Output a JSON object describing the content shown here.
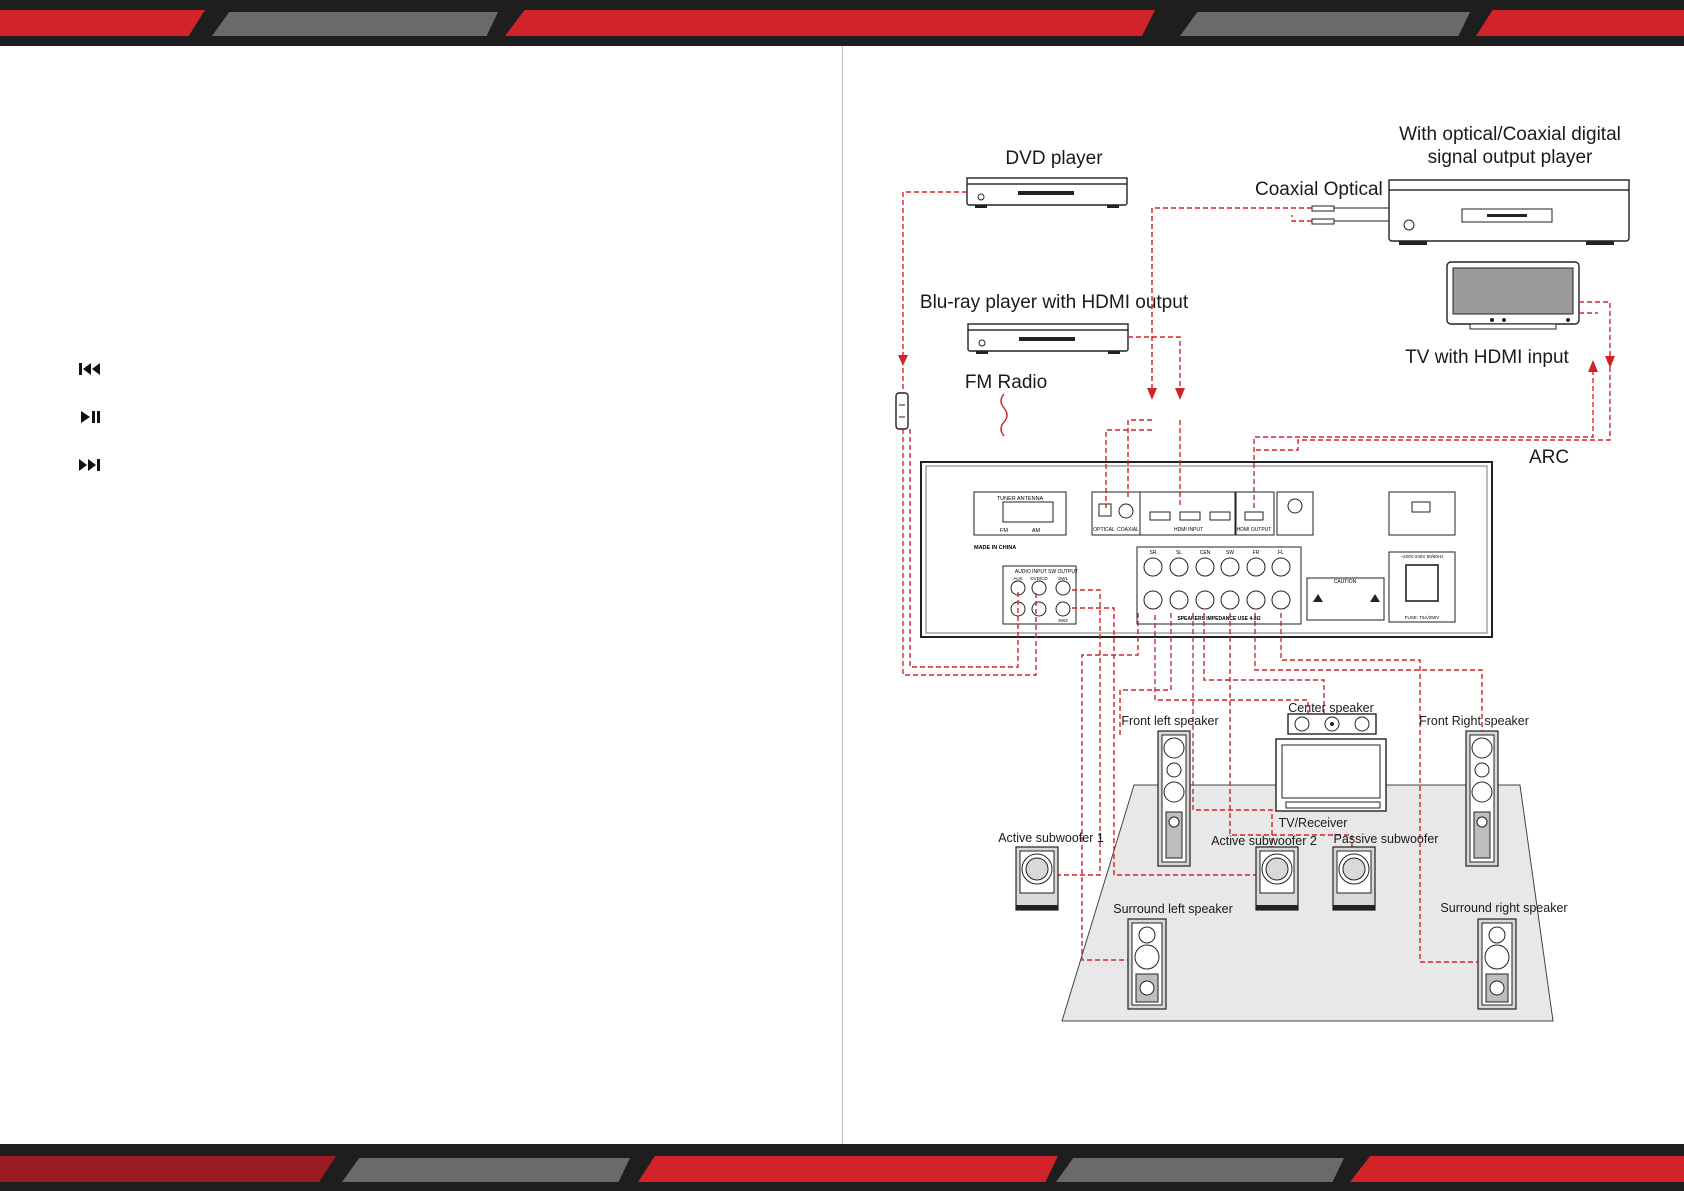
{
  "colors": {
    "accent_red": "#d2232a",
    "band_dark": "#1e1e1e",
    "band_grey": "#6a6a6a",
    "floor_grey": "#e8e8e8"
  },
  "controls": [
    {
      "icon": "previous-track-icon"
    },
    {
      "icon": "play-pause-icon"
    },
    {
      "icon": "next-track-icon"
    }
  ],
  "diagram": {
    "dvd_player": "DVD player",
    "optical_player_line1": "With optical/Coaxial digital",
    "optical_player_line2": "signal output player",
    "coaxial_optical": "Coaxial Optical",
    "bluray_player": "Blu-ray player with HDMI output",
    "tv_hdmi": "TV with HDMI input",
    "fm_radio": "FM Radio",
    "arc": "ARC",
    "center_speaker": "Center speaker",
    "front_left": "Front left speaker",
    "front_right": "Front Right speaker",
    "tv_receiver": "TV/Receiver",
    "active_sub1": "Active subwoofer 1",
    "active_sub2": "Active subwoofer 2",
    "passive_sub": "Passive subwoofer",
    "surround_left": "Surround left speaker",
    "surround_right": "Surround right speaker"
  },
  "panel": {
    "tuner_antenna": "TUNER ANTENNA",
    "fm": "FM",
    "am": "AM",
    "made_in_china": "MADE IN CHINA",
    "optical": "OPTICAL",
    "coaxial": "COAXIAL",
    "hdmi_input": "HDMI INPUT",
    "hdmi_output": "HDMI OUTPUT",
    "audio_input": "AUDIO INPUT",
    "sw_output": "SW OUTPUT",
    "aux": "AUX",
    "dvd_cd": "DVD/CD",
    "sw1": "SW1",
    "sw2": "SW2",
    "ch_sr": "SR",
    "ch_sl": "SL",
    "ch_cen": "CEN",
    "ch_sw": "SW",
    "ch_fr": "FR",
    "ch_fl": "FL",
    "speakers_impedance": "SPEAKERS IMPEDANCE USE 4-8Ω",
    "caution": "CAUTION",
    "voltage": "~220V-240V 50/60Hz",
    "fuse": "FUSE: T5A/250V"
  }
}
